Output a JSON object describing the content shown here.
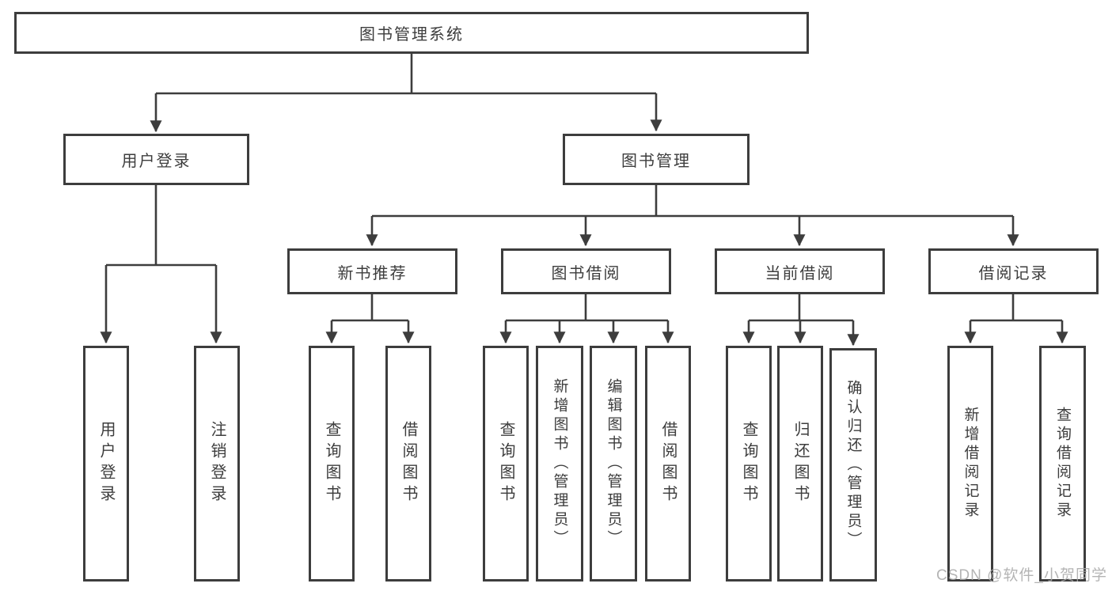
{
  "diagram": {
    "root": {
      "label": "图书管理系统"
    },
    "level2": [
      {
        "label": "用户登录"
      },
      {
        "label": "图书管理"
      }
    ],
    "level3": [
      {
        "label": "新书推荐"
      },
      {
        "label": "图书借阅"
      },
      {
        "label": "当前借阅"
      },
      {
        "label": "借阅记录"
      }
    ],
    "leaves": {
      "user_login": [
        "用户登录",
        "注销登录"
      ],
      "new_book": [
        "查询图书",
        "借阅图书"
      ],
      "borrow": [
        "查询图书",
        "新增图书（管理员）",
        "编辑图书（管理员）",
        "借阅图书"
      ],
      "current": [
        "查询图书",
        "归还图书",
        "确认归还（管理员）"
      ],
      "records": [
        "新增借阅记录",
        "查询借阅记录"
      ]
    }
  },
  "watermark": {
    "text": "CSDN @软件_小贺同学"
  },
  "colors": {
    "line": "#3d3d3d",
    "box_border": "#3d3d3d",
    "box_bg": "#ffffff",
    "watermark": "#a8a8a8"
  }
}
